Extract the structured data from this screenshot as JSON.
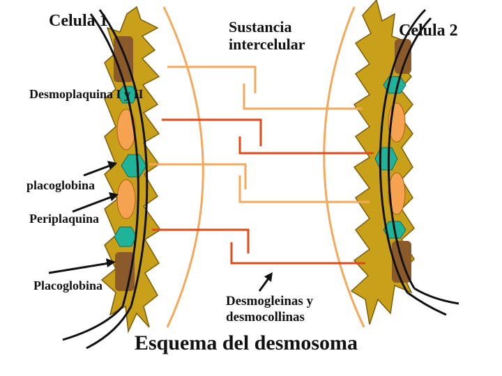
{
  "title": "Esquema del desmosoma",
  "labels": {
    "cell1": "Celula 1",
    "cell2": "Celula 2",
    "intercellular": [
      "Sustancia",
      "intercelular"
    ],
    "desmoplaquina": "Desmoplaquina I y II",
    "placoglobina_lower": "placoglobina",
    "periplaquina": "Periplaquina",
    "placoglobina_upper": "Placoglobina",
    "desmogleinas": [
      "Desmogleinas y",
      "desmocollinas"
    ]
  },
  "colors": {
    "plaque": "#c9a019",
    "plaque_stroke": "#7a5c08",
    "brown_block": "#8b5a2b",
    "teal_hex": "#1fb39a",
    "orange_oval": "#f5a350",
    "light_orange_line": "#f5a85a",
    "red_orange_line": "#e04a1a",
    "membrane_line": "#111111",
    "arrow": "#111111"
  }
}
